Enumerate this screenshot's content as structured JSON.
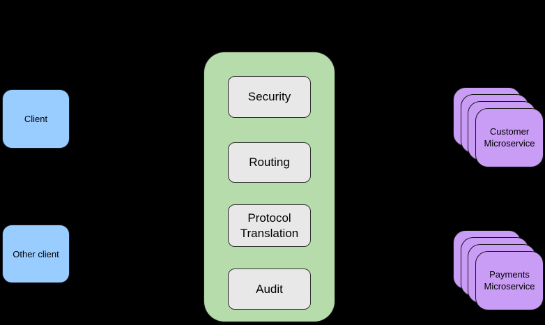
{
  "diagram": {
    "clients": [
      {
        "label": "Client"
      },
      {
        "label": "Other client"
      }
    ],
    "gateway": {
      "modules": [
        {
          "label": "Security"
        },
        {
          "label": "Routing"
        },
        {
          "label": "Protocol Translation"
        },
        {
          "label": "Audit"
        }
      ]
    },
    "microservices": [
      {
        "label": "Customer Microservice",
        "stack_count": 4
      },
      {
        "label": "Payments Microservice",
        "stack_count": 4
      }
    ],
    "colors": {
      "background": "#000000",
      "client_fill": "#99ccff",
      "gateway_fill": "#b6dcab",
      "module_fill": "#e8e8e8",
      "microservice_fill": "#c99cf5",
      "text": "#000000"
    }
  }
}
